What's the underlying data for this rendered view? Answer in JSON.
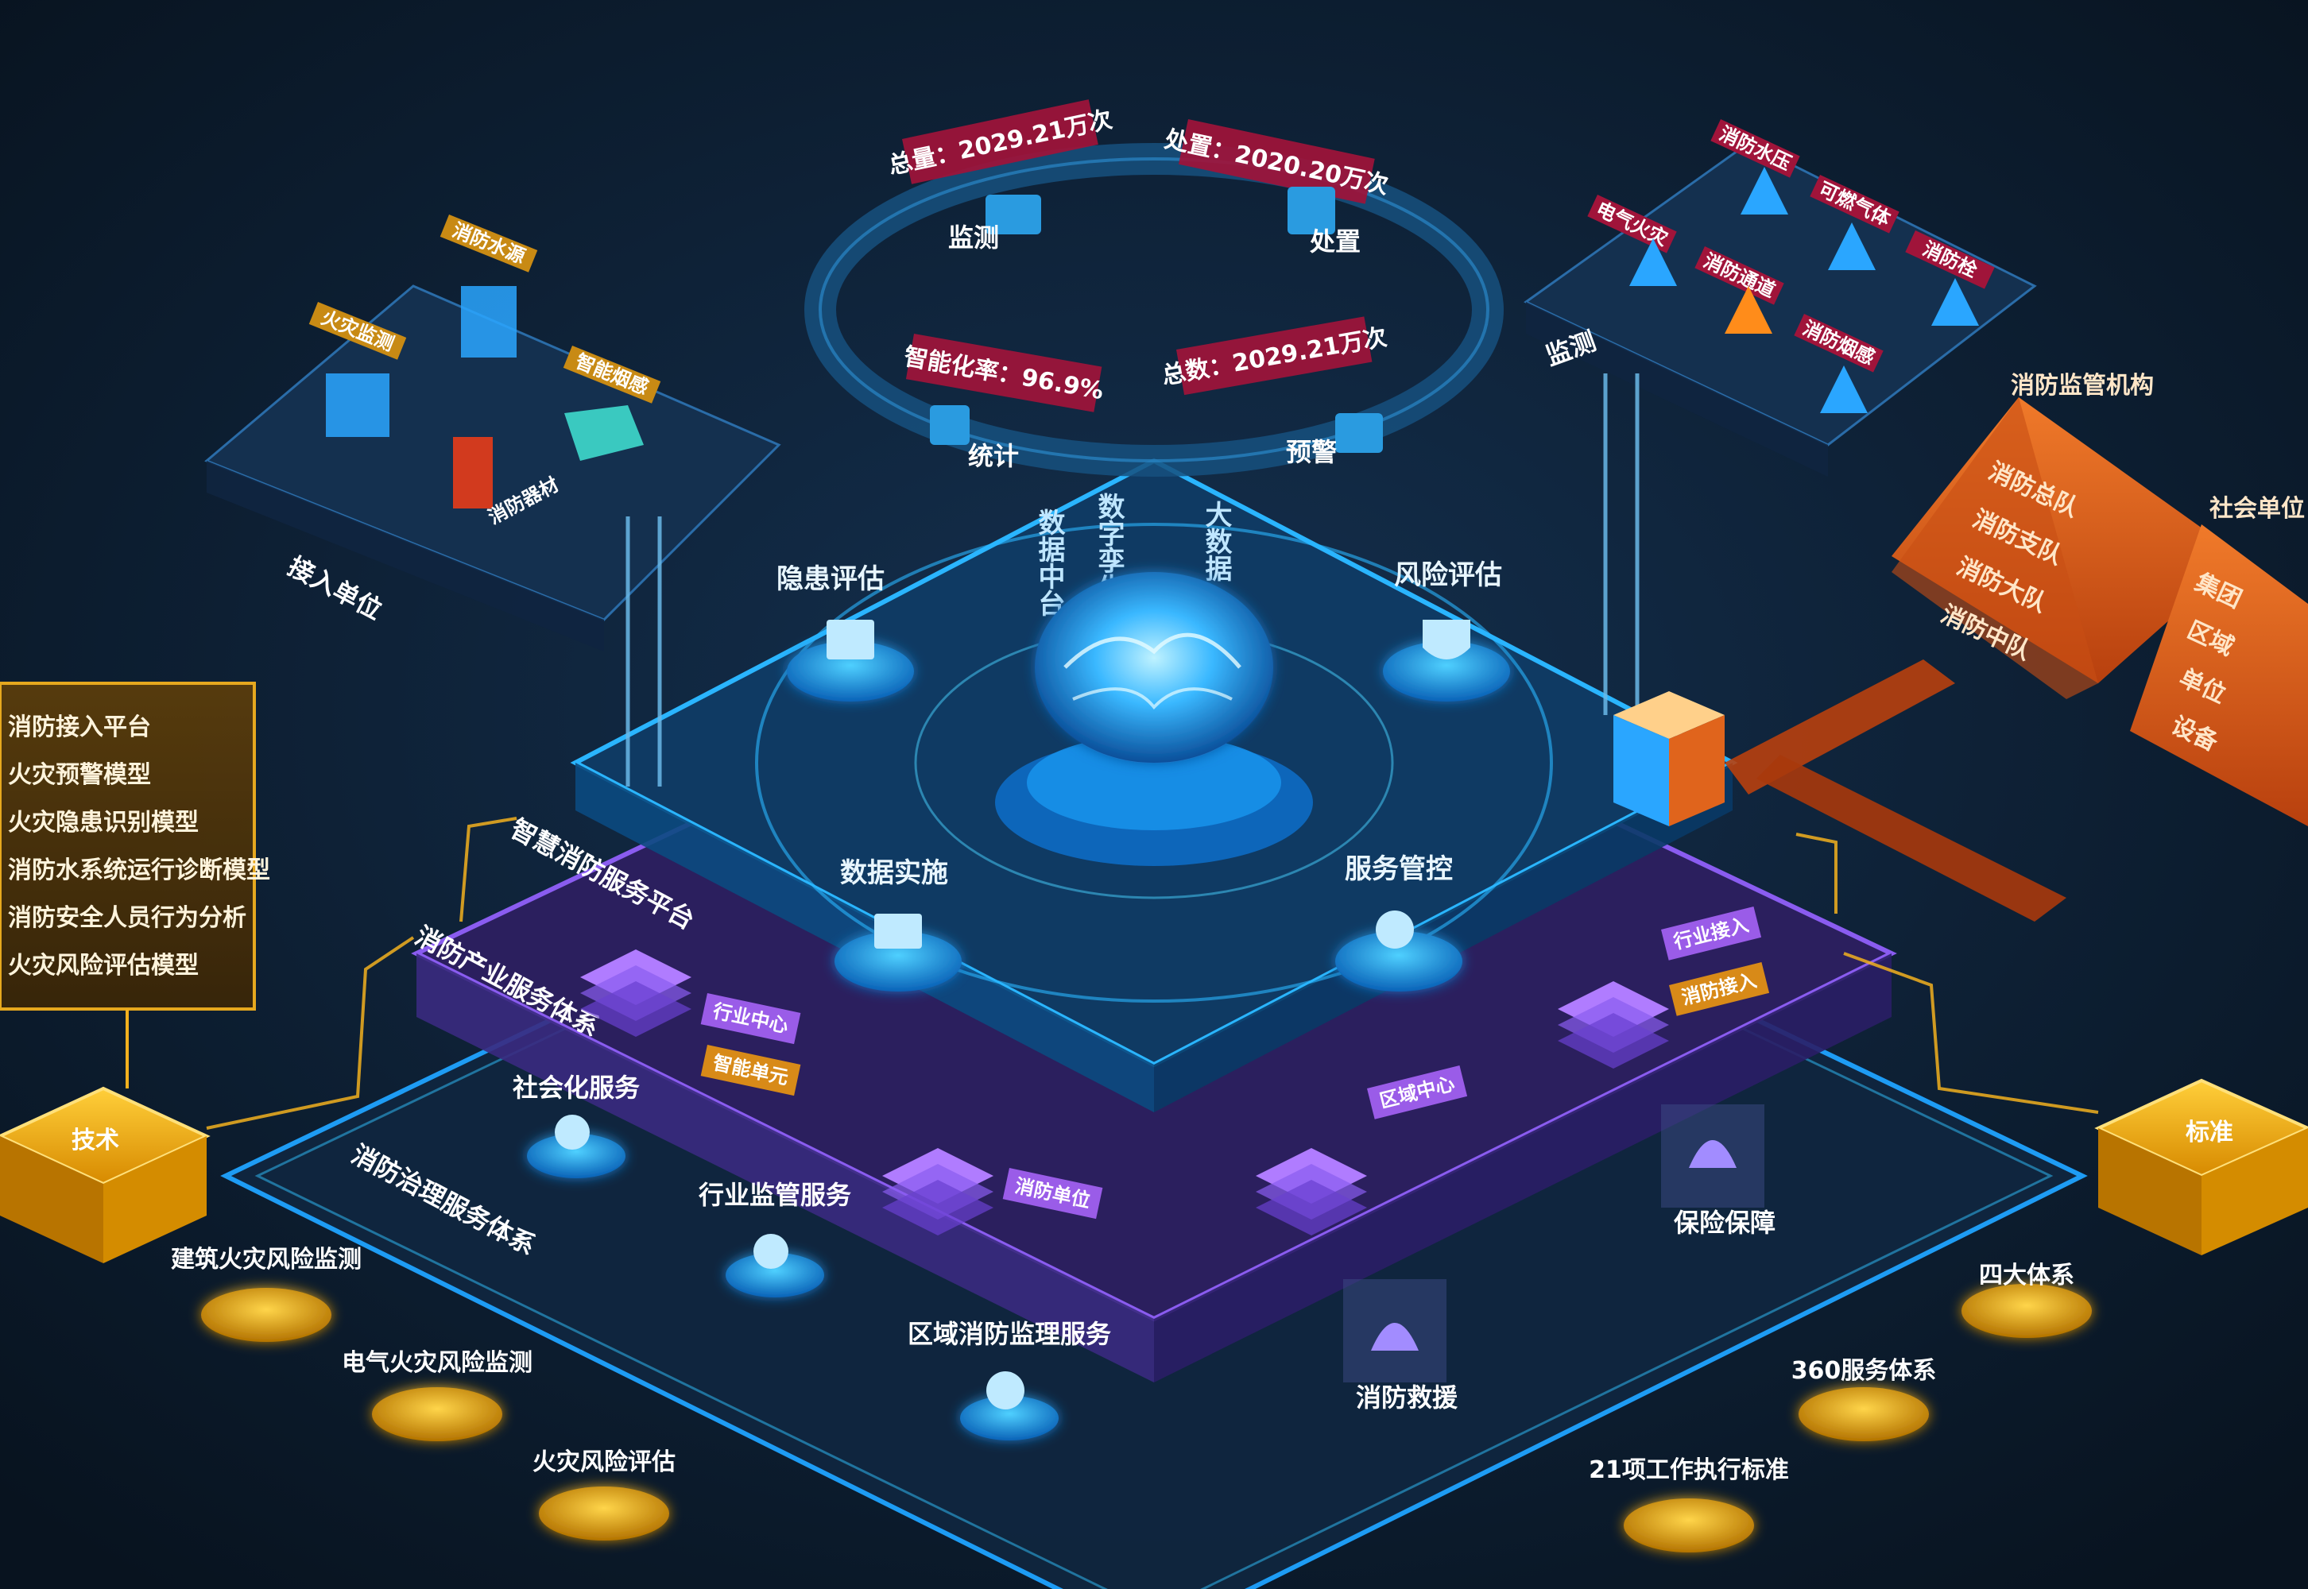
{
  "colors": {
    "background": "#0b1a2e",
    "cyan_glow": "#1fa3ff",
    "purple": "#8a5cf0",
    "gold": "#f2b01e",
    "orange": "#e0641c",
    "red_tag": "#a0143a"
  },
  "orbit_ring": {
    "tags": [
      "总量：2029.21万次",
      "处置：2020.20万次",
      "智能化率：96.9%",
      "总数：2029.21万次"
    ],
    "nodes": [
      "监测",
      "处置",
      "统计",
      "预警"
    ]
  },
  "vertical_labels": [
    "数据中台",
    "数字孪生",
    "大数据"
  ],
  "core_nodes": [
    "隐患评估",
    "风险评估",
    "数据实施",
    "服务管控"
  ],
  "access_block": {
    "title": "接入单位",
    "items": [
      "火灾监测",
      "消防水源",
      "智能烟感",
      "消防器材"
    ]
  },
  "monitor_block": {
    "title": "监测",
    "items": [
      "电气火灾",
      "消防水压",
      "可燃气体",
      "消防通道",
      "消防栓",
      "消防烟感"
    ]
  },
  "pyramids": {
    "left_title": "消防监管机构",
    "left_levels": [
      "消防总队",
      "消防支队",
      "消防大队",
      "消防中队"
    ],
    "right_title": "社会单位",
    "right_levels": [
      "集团",
      "区域",
      "单位",
      "设备"
    ]
  },
  "left_panel": {
    "items": [
      "消防接入平台",
      "火灾预警模型",
      "火灾隐患识别模型",
      "消防水系统运行诊断模型",
      "消防安全人员行为分析",
      "火灾风险评估模型"
    ]
  },
  "platform_labels": {
    "platform": "智慧消防服务平台",
    "industry": "消防产业服务体系",
    "system": "消防治理服务体系"
  },
  "service_nodes": [
    "社会化服务",
    "行业监管服务",
    "区域消防监理服务"
  ],
  "boxes": {
    "left": "技术",
    "right": "标准"
  },
  "gold_nodes_left": [
    "建筑火灾风险监测",
    "电气火灾风险监测",
    "火灾风险评估"
  ],
  "gold_nodes_right": [
    "四大体系",
    "360服务体系",
    "21项工作执行标准"
  ],
  "bottom_nodes": [
    "保险保障",
    "消防救援"
  ],
  "purple_tags": [
    "行业中心",
    "智能单元",
    "消防单位",
    "区域中心",
    "行业接入",
    "消防接入"
  ]
}
